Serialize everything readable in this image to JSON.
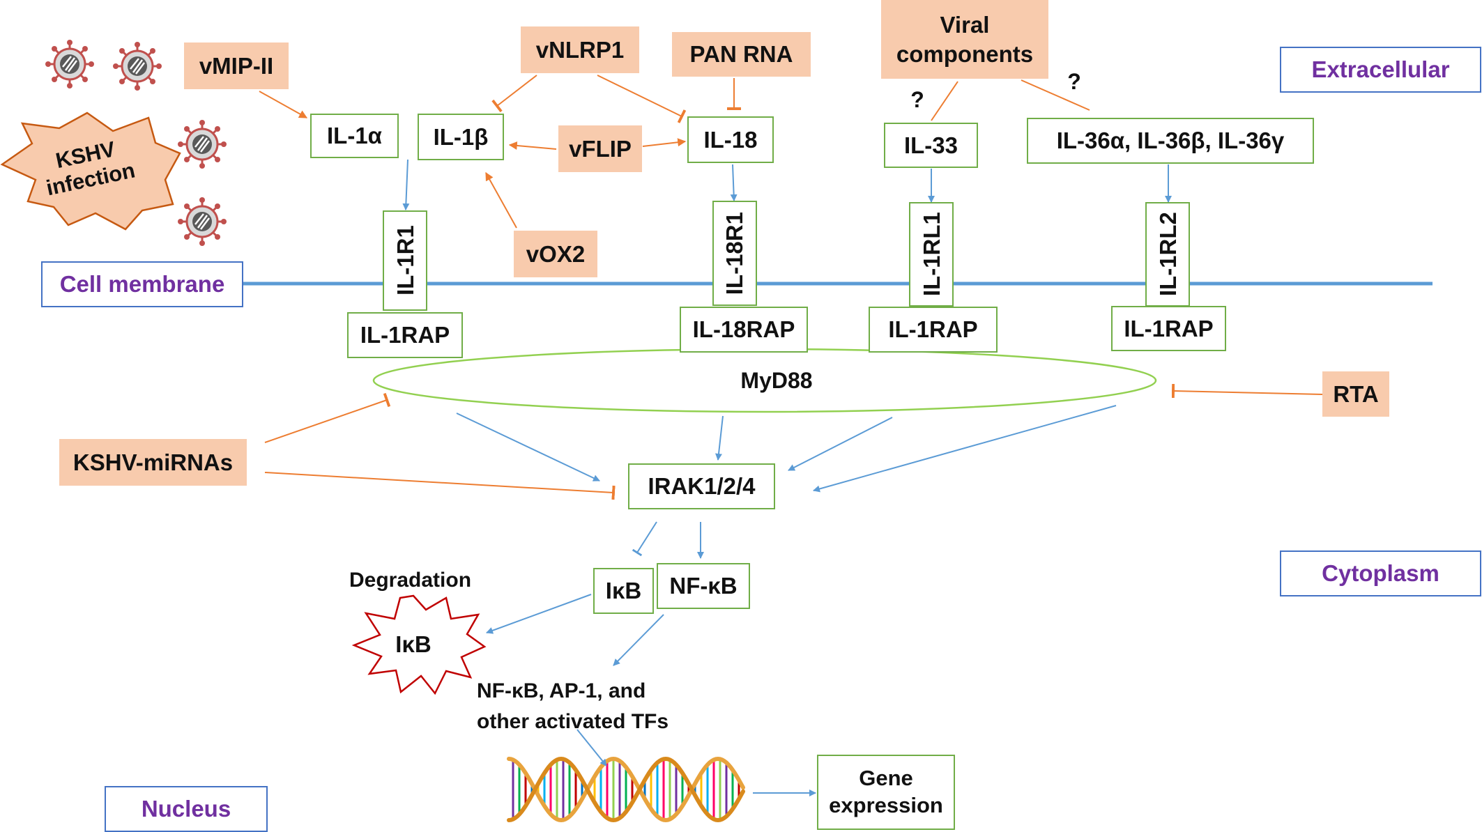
{
  "regions": {
    "extracellular": "Extracellular",
    "cell_membrane": "Cell membrane",
    "cytoplasm": "Cytoplasm",
    "nucleus": "Nucleus"
  },
  "viral_factors": {
    "kshv_infection": "KSHV infection",
    "vmip_ii": "vMIP-II",
    "vnlrp1": "vNLRP1",
    "pan_rna": "PAN RNA",
    "viral_components": "Viral components",
    "vflip": "vFLIP",
    "vox2": "vOX2",
    "kshv_mirnas": "KSHV-miRNAs",
    "rta": "RTA"
  },
  "ligands": {
    "il1a": "IL-1α",
    "il1b": "IL-1β",
    "il18": "IL-18",
    "il33": "IL-33",
    "il36": "IL-36α, IL-36β, IL-36γ"
  },
  "receptors": {
    "il1r1": "IL-1R1",
    "il18r1": "IL-18R1",
    "il1rl1": "IL-1RL1",
    "il1rl2": "IL-1RL2",
    "il1rap_1": "IL-1RAP",
    "il18rap": "IL-18RAP",
    "il1rap_2": "IL-1RAP",
    "il1rap_3": "IL-1RAP"
  },
  "signaling": {
    "myd88": "MyD88",
    "irak": "IRAK1/2/4",
    "ikb": "IκB",
    "nfkb": "NF-κB",
    "degradation": "Degradation",
    "ikb_degraded": "IκB",
    "tfs_line1": "NF-κB, AP-1, and",
    "tfs_line2": "other activated TFs",
    "gene_expression": "Gene expression"
  },
  "unknown_marks": {
    "q1": "?",
    "q2": "?"
  },
  "colors": {
    "viral_box": "#f8cbad",
    "host_box_border": "#70ad47",
    "region_border": "#4472c4",
    "region_text": "#7030a0",
    "viral_arrow": "#ed7d31",
    "host_arrow": "#5b9bd5",
    "membrane": "#5b9bd5",
    "virion": "#c0504d",
    "burst": "#c00000",
    "dna_backbone": "#e8a33d"
  },
  "icons": [
    "virion-icon",
    "kshv-infection-burst",
    "degradation-burst",
    "dna-helix-icon"
  ]
}
